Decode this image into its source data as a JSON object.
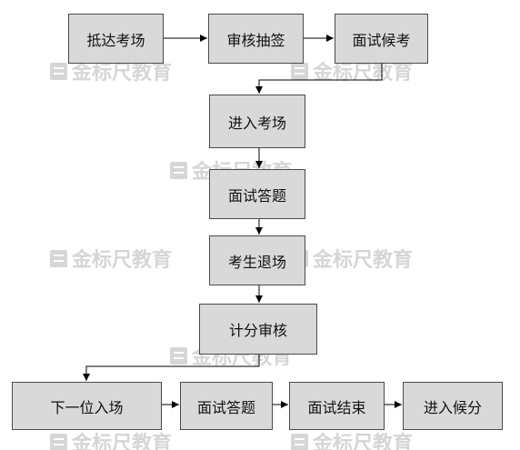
{
  "nodes": {
    "arrive": "抵达考场",
    "review_draw": "审核抽签",
    "interview_wait": "面试候考",
    "enter_venue": "进入考场",
    "interview_answer": "面试答题",
    "candidate_exit": "考生退场",
    "score_review": "计分审核",
    "next_enter": "下一位入场",
    "interview_answer_2": "面试答题",
    "interview_end": "面试结束",
    "enter_wait_score": "进入候分"
  },
  "watermark": {
    "text": "金标尺教育"
  }
}
